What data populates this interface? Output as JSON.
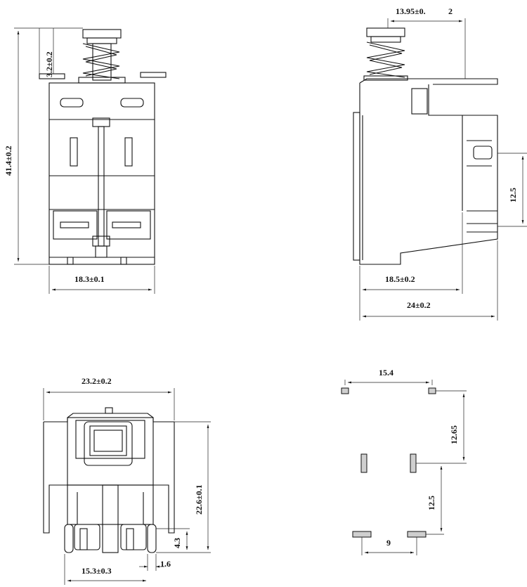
{
  "front_view": {
    "dim_height": "41.4±0.2",
    "dim_top": "3.2±0.2",
    "dim_width": "18.3±0.1"
  },
  "side_view": {
    "dim_top": "13.95±0.",
    "dim_top_2": "2",
    "dim_pin": "12.5",
    "dim_base": "18.5±0.2",
    "dim_total": "24±0.2"
  },
  "bottom_view": {
    "dim_width": "23.2±0.2",
    "dim_height": "22.6±0.1",
    "dim_pin_len": "4.3",
    "dim_pin_pitch": "15.3±0.3",
    "dim_pin_thk": "1.6"
  },
  "pcb_layout": {
    "dim_top": "15.4",
    "dim_upper": "12.65",
    "dim_lower": "12.5",
    "dim_bottom": "9"
  }
}
